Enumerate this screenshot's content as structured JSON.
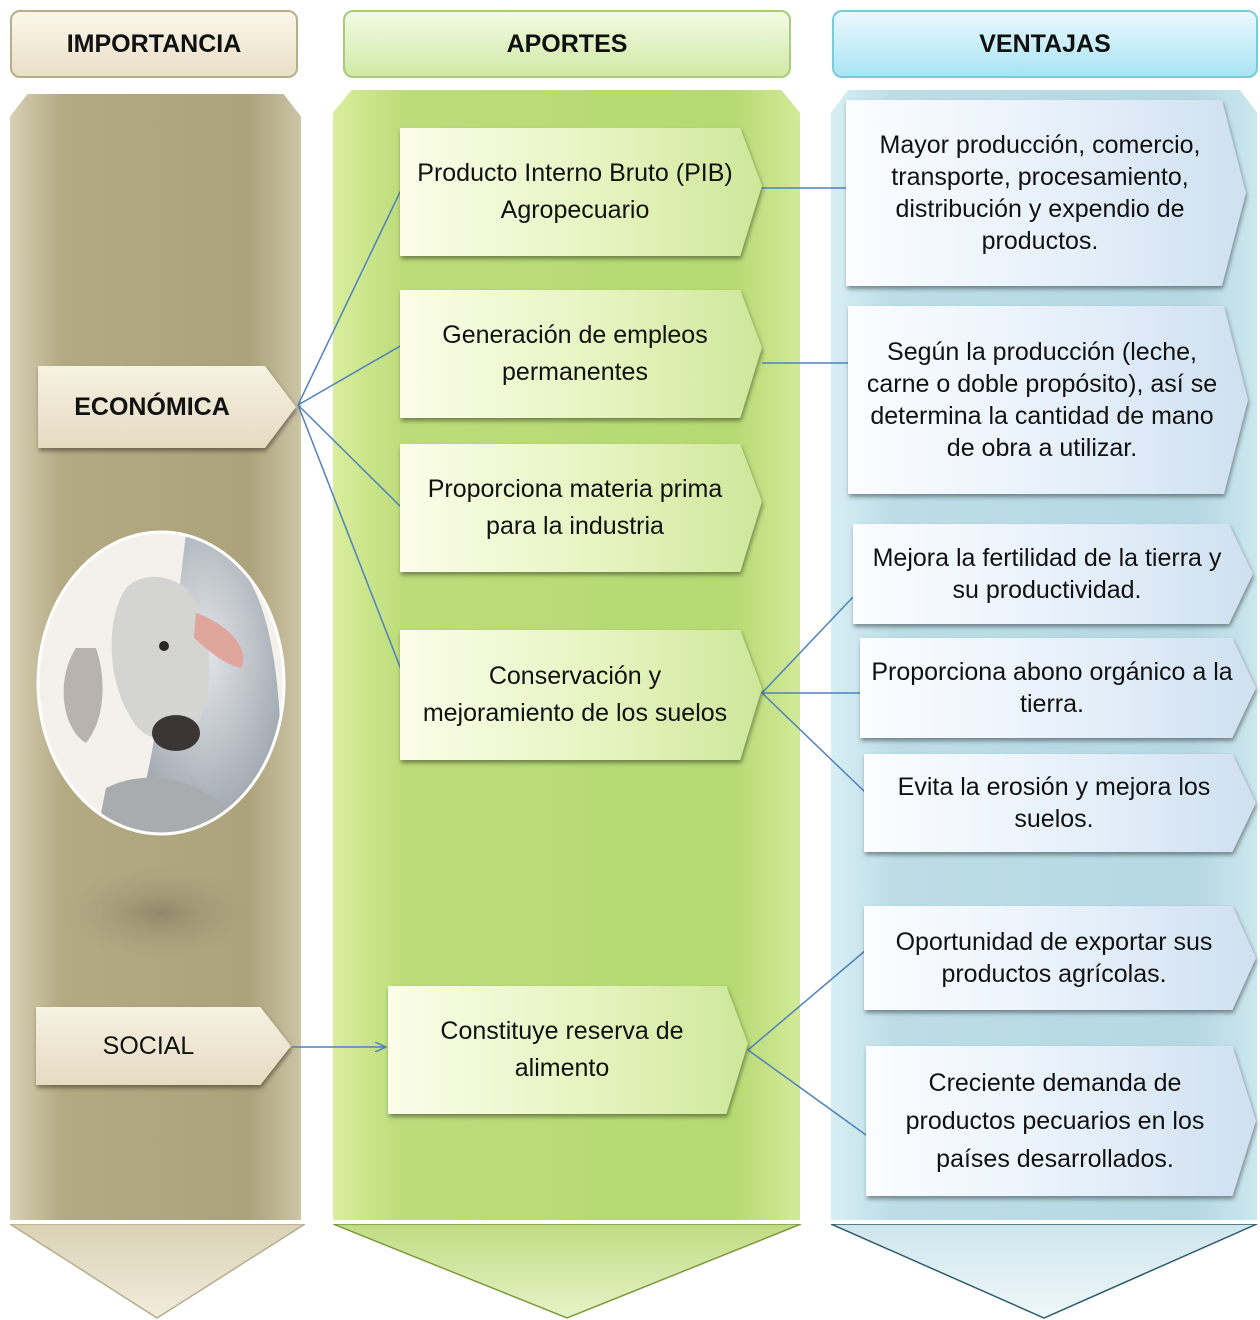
{
  "headers": {
    "importancia": "IMPORTANCIA",
    "aportes": "APORTES",
    "ventajas": "VENTAJAS"
  },
  "importancia": {
    "economica": "ECONÓMICA",
    "social": "SOCIAL"
  },
  "aportes": {
    "pib": "Producto Interno Bruto (PIB) Agropecuario",
    "empleos": "Generación de empleos permanentes",
    "materia": "Proporciona materia prima para la industria",
    "suelos": "Conservación y mejoramiento de los suelos",
    "reserva": "Constituye reserva de alimento"
  },
  "ventajas": {
    "produccion": "Mayor producción, comercio, transporte, procesamiento, distribución y expendio de productos.",
    "segun": "Según la producción (leche, carne o doble propósito), así se determina la cantidad de mano de obra a utilizar.",
    "fertilidad": "Mejora la fertilidad de la tierra y su productividad.",
    "abono": "Proporciona abono orgánico a la tierra.",
    "erosion": "Evita la erosión y mejora los suelos.",
    "exportar": "Oportunidad de exportar sus productos agrícolas.",
    "demanda": "Creciente demanda de productos pecuarios en los países desarrollados."
  },
  "colors": {
    "connector": "#4f81bd",
    "importancia_column": "#aca27b",
    "aportes_column": "#b6d972",
    "ventajas_column": "#b5d8e2"
  },
  "image": {
    "subject": "cow-photo"
  }
}
